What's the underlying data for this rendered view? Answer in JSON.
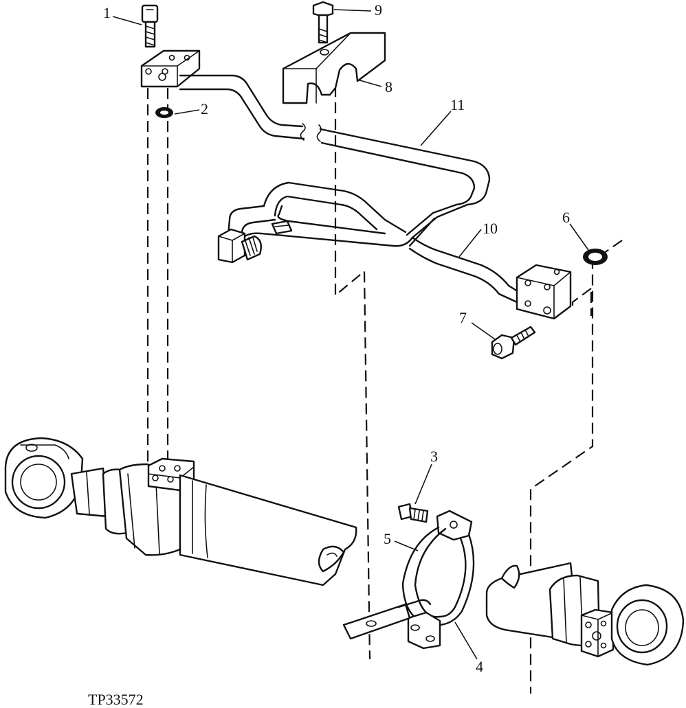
{
  "figure_id": "TP33572",
  "callouts": [
    "1",
    "2",
    "3",
    "4",
    "5",
    "6",
    "7",
    "8",
    "9",
    "10",
    "11"
  ]
}
